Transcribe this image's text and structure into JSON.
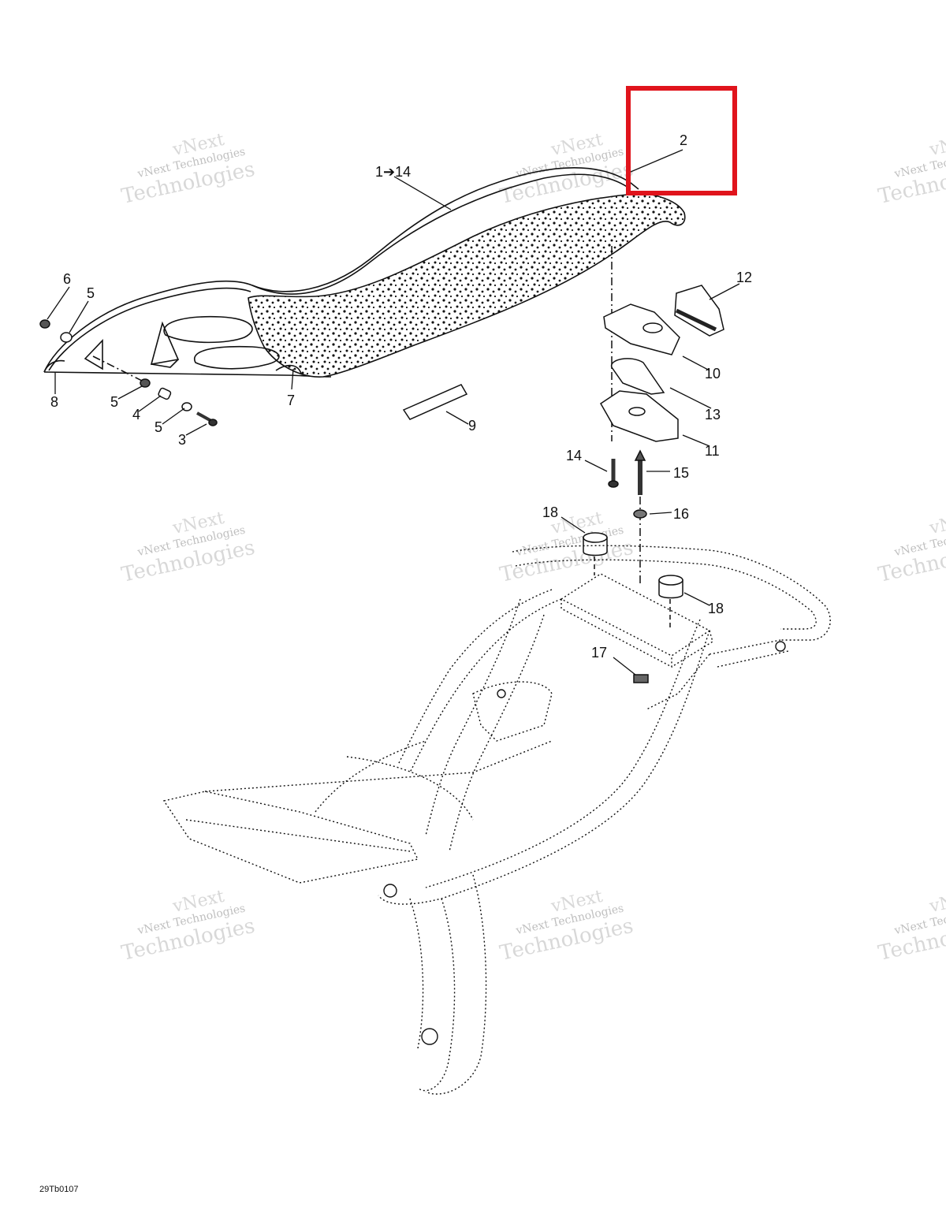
{
  "diagram": {
    "drawing_code": "29Tb0107",
    "highlight_color": "#e0141c",
    "watermark": {
      "line1": "vNext",
      "line2": "vNext Technologies",
      "line3": "Technologies",
      "color": "#b9b9b9"
    },
    "callouts": {
      "c1_14": "1➔14",
      "c2": "2",
      "c3": "3",
      "c4": "4",
      "c5a": "5",
      "c5b": "5",
      "c5c": "5",
      "c6": "6",
      "c7": "7",
      "c8": "8",
      "c9": "9",
      "c10": "10",
      "c11": "11",
      "c12": "12",
      "c13": "13",
      "c14": "14",
      "c15": "15",
      "c16": "16",
      "c17": "17",
      "c18a": "18",
      "c18b": "18"
    }
  }
}
